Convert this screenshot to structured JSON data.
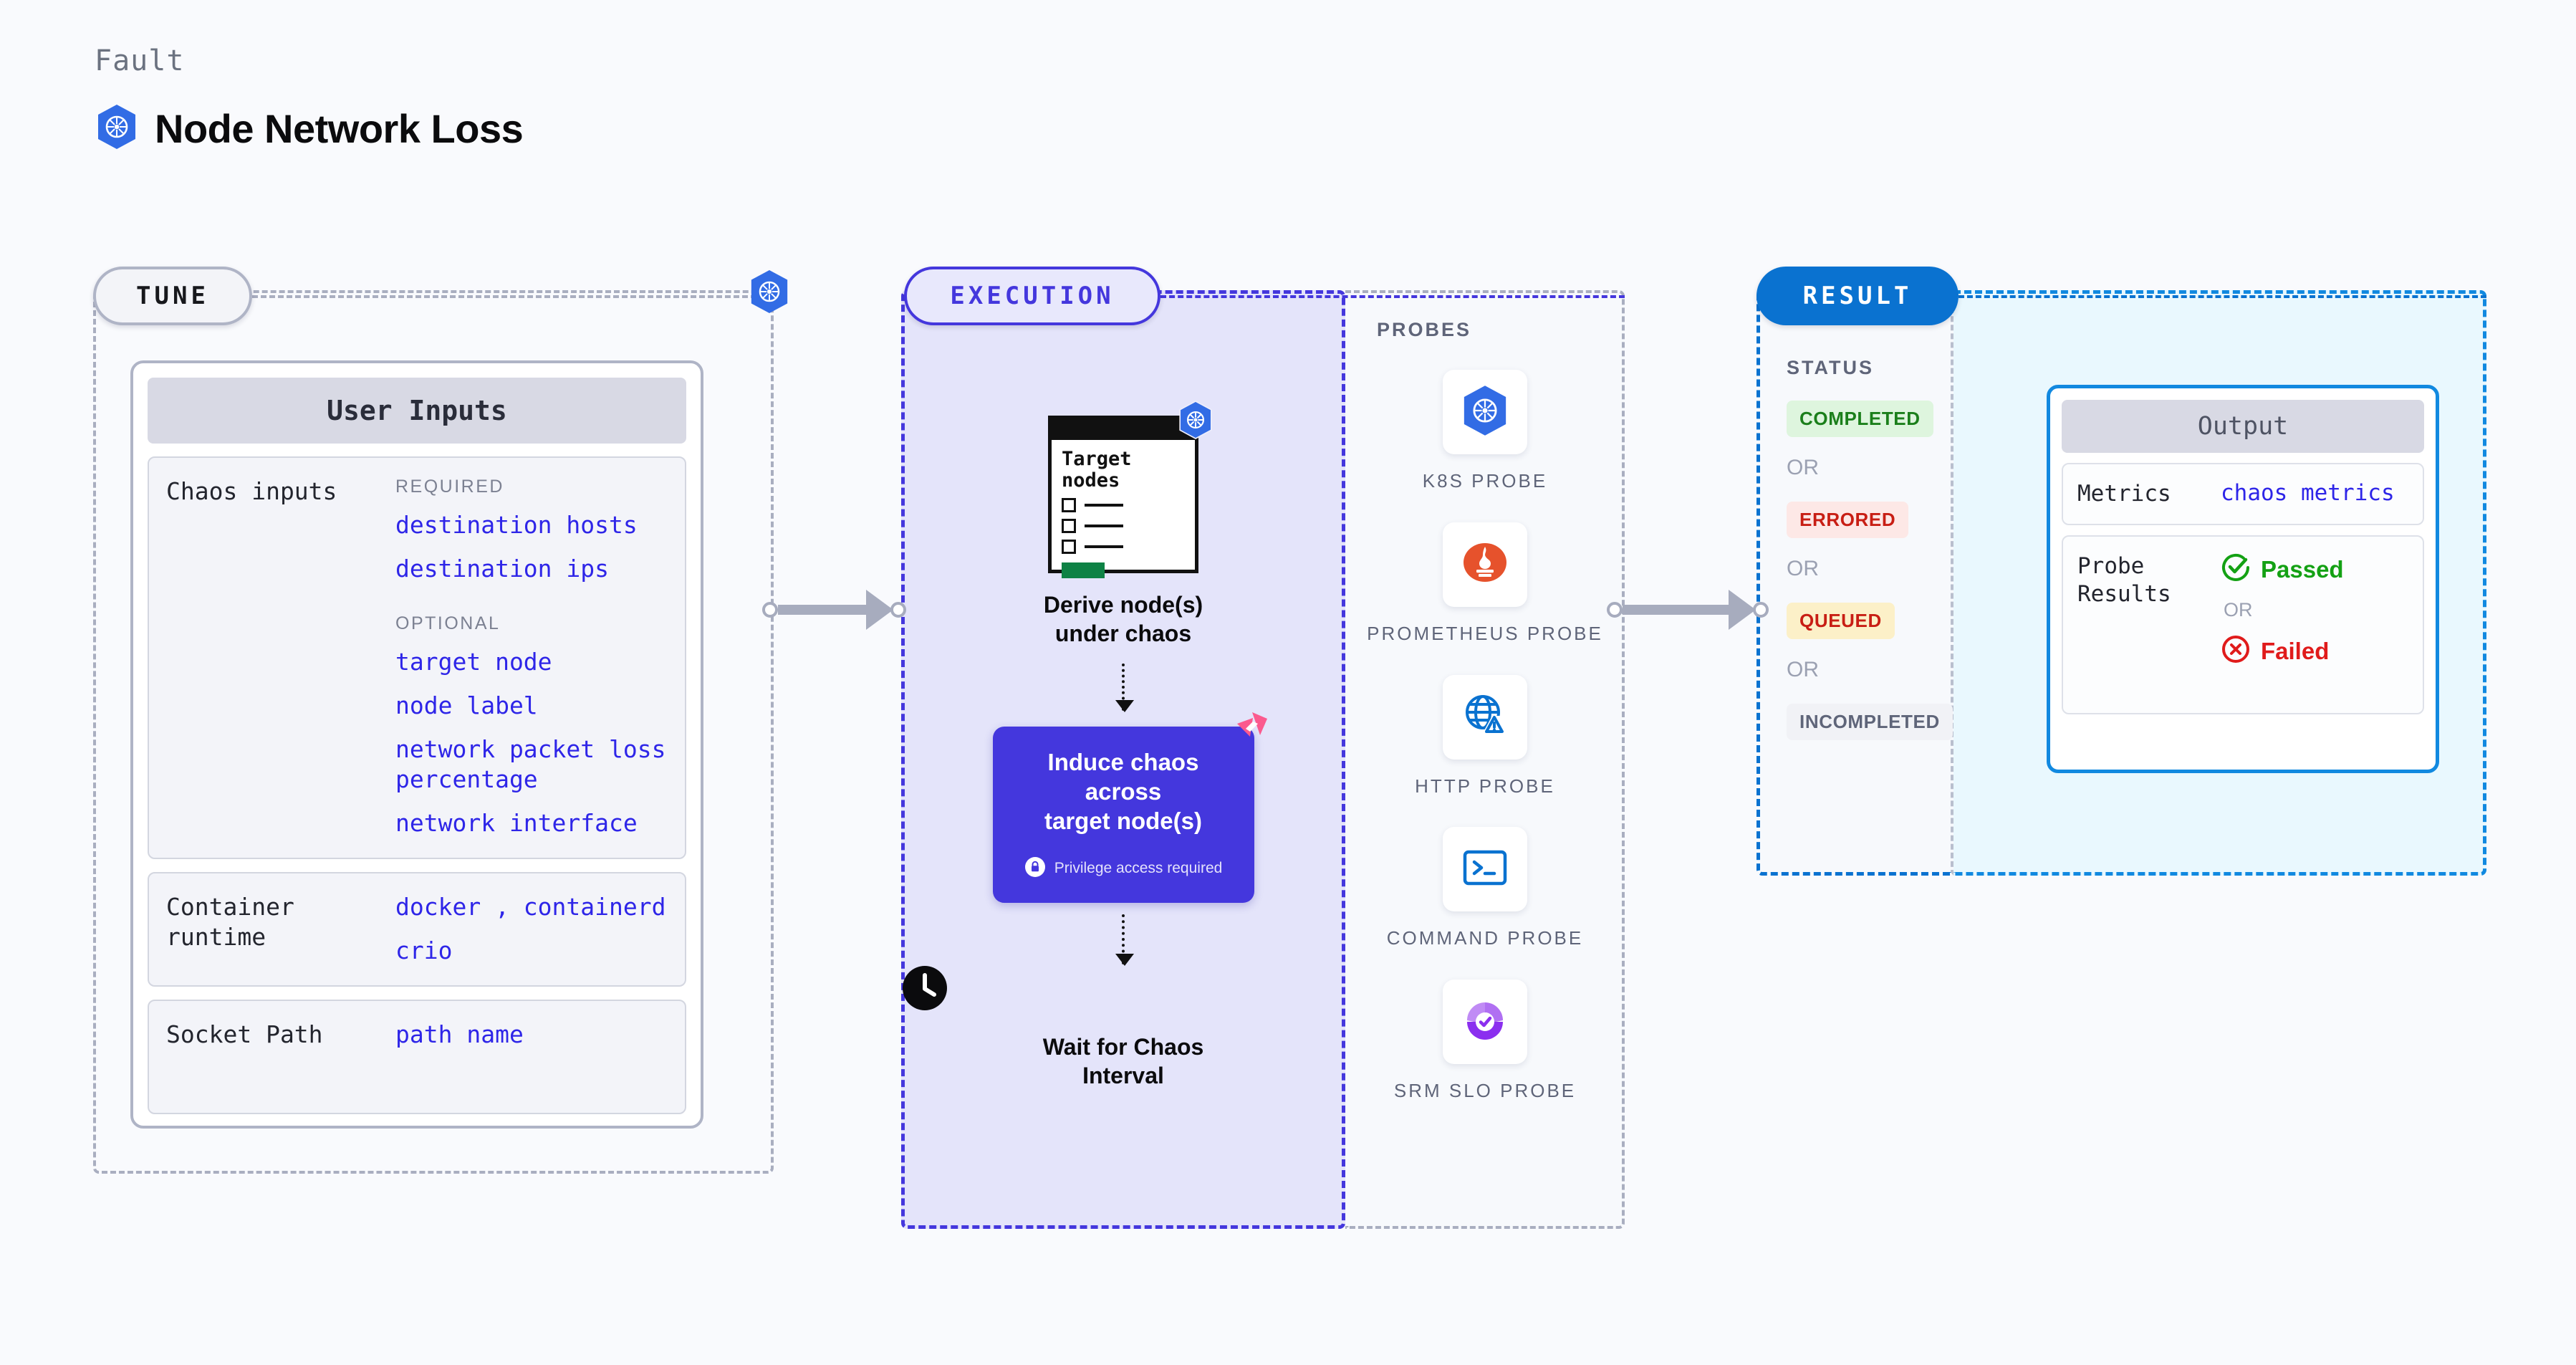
{
  "header": {
    "kicker": "Fault",
    "title": "Node Network Loss",
    "logo_icon": "kubernetes-icon"
  },
  "stages": {
    "tune": {
      "label": "TUNE",
      "accent": "#AFB4C6"
    },
    "execution": {
      "label": "EXECUTION",
      "accent": "#4437DD"
    },
    "result": {
      "label": "RESULT",
      "accent": "#0A72D0"
    }
  },
  "tune": {
    "card_title": "User Inputs",
    "blocks": [
      {
        "label": "Chaos inputs",
        "groups": [
          {
            "tag": "REQUIRED",
            "values": [
              "destination hosts",
              "destination ips"
            ]
          },
          {
            "tag": "OPTIONAL",
            "values": [
              "target node",
              "node label",
              "network packet loss percentage",
              "network interface"
            ]
          }
        ]
      },
      {
        "label": "Container runtime",
        "groups": [
          {
            "tag": "",
            "values": [
              "docker , containerd",
              "crio"
            ]
          }
        ]
      },
      {
        "label": "Socket Path",
        "groups": [
          {
            "tag": "",
            "values": [
              "path name"
            ]
          }
        ]
      }
    ]
  },
  "execution": {
    "target_card": {
      "title_line1": "Target",
      "title_line2": "nodes",
      "badge_icon": "kubernetes-icon",
      "checkbox_count": 3
    },
    "step1_caption_line1": "Derive node(s)",
    "step1_caption_line2": "under chaos",
    "chaos_box": {
      "title_line1": "Induce chaos across",
      "title_line2": "target node(s)",
      "privilege_note": "Privilege access required",
      "privilege_icon": "lock-icon",
      "badge_icon": "harness-logo-icon",
      "color": "#4437DD"
    },
    "step3_caption_line1": "Wait for Chaos",
    "step3_caption_line2": "Interval",
    "clock_icon": "clock-icon"
  },
  "probes": {
    "title": "PROBES",
    "items": [
      {
        "label": "K8S PROBE",
        "icon": "kubernetes-icon"
      },
      {
        "label": "PROMETHEUS PROBE",
        "icon": "prometheus-icon"
      },
      {
        "label": "HTTP PROBE",
        "icon": "globe-warning-icon"
      },
      {
        "label": "COMMAND PROBE",
        "icon": "terminal-icon"
      },
      {
        "label": "SRM SLO PROBE",
        "icon": "srm-slo-icon"
      }
    ]
  },
  "result": {
    "status_title": "STATUS",
    "or_label": "OR",
    "statuses": [
      {
        "label": "COMPLETED",
        "bg": "#DEF5DE",
        "fg": "#1B7F1B"
      },
      {
        "label": "ERRORED",
        "bg": "#FDE8E6",
        "fg": "#C81E14"
      },
      {
        "label": "QUEUED",
        "bg": "#FCF0C8",
        "fg": "#C81E14"
      },
      {
        "label": "INCOMPLETED",
        "bg": "#F1F2F6",
        "fg": "#5F6579"
      }
    ]
  },
  "output": {
    "card_title": "Output",
    "metrics_label": "Metrics",
    "metrics_value": "chaos metrics",
    "probe_results_label_line1": "Probe",
    "probe_results_label_line2": "Results",
    "passed_label": "Passed",
    "failed_label": "Failed",
    "or_label": "OR",
    "passed_icon": "check-circle-icon",
    "failed_icon": "x-circle-icon"
  }
}
